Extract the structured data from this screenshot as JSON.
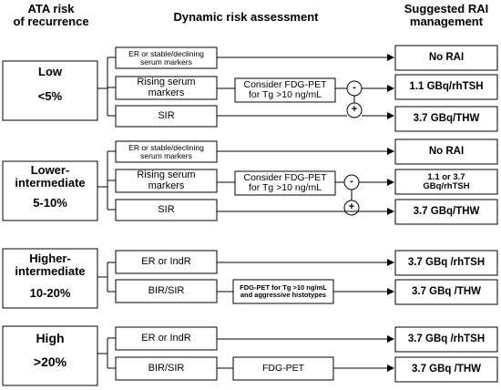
{
  "headers": {
    "col1": "ATA risk\nof recurrence",
    "col2": "Dynamic risk assessment",
    "col3": "Suggested RAI\nmanagement"
  },
  "categories": [
    {
      "name": "Low",
      "pct": "<5%"
    },
    {
      "name": "Lower-\nintermediate",
      "pct": "5-10%"
    },
    {
      "name": "Higher-\nintermediate",
      "pct": "10-20%"
    },
    {
      "name": "High",
      "pct": ">20%"
    }
  ],
  "assessments": {
    "low": [
      "ER or stable/declining\nserum markers",
      "Rising serum\nmarkers",
      "SIR"
    ],
    "lower_intermediate": [
      "ER or stable/declining\nserum markers",
      "Rising serum\nmarkers",
      "SIR"
    ],
    "higher_intermediate": [
      "ER or IndR",
      "BIR/SIR"
    ],
    "high": [
      "ER or IndR",
      "BIR/SIR"
    ]
  },
  "middle_boxes": {
    "low": "Consider  FDG-PET\nfor Tg >10 ng/mL",
    "lower_intermediate": "Consider FDG-PET\nfor Tg >10 ng/mL",
    "higher_intermediate": "FDG-PET for Tg >10 ng/mL\nand aggressive histotypes",
    "high": "FDG-PET"
  },
  "signs": {
    "negative": "-",
    "positive": "+"
  },
  "outcomes": {
    "low": [
      "No RAI",
      "1.1 GBq/rhTSH",
      "3.7 GBq/THW"
    ],
    "lower_intermediate": [
      "No RAI",
      "1.1 or 3.7\nGBq/rhTSH",
      "3.7 GBq/THW"
    ],
    "higher_intermediate": [
      "3.7 GBq /rhTSH",
      "3.7 GBq /THW"
    ],
    "high": [
      "3.7 GBq /rhTSH",
      "3.7 GBq /THW"
    ]
  },
  "colors": {
    "stroke": "#000000",
    "background": "#ffffff"
  }
}
